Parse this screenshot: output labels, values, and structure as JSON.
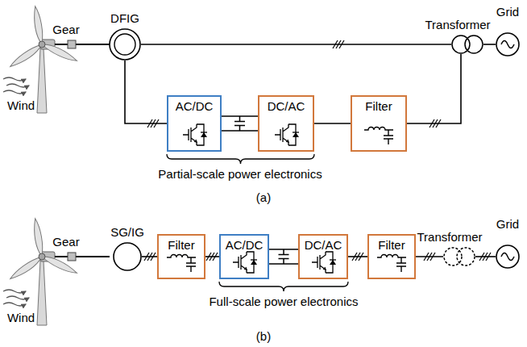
{
  "diagram": {
    "nodes": [
      {
        "text": [
          "DFIG"
        ]
      },
      {
        "text": [
          "Transformer"
        ]
      },
      {
        "text": [
          "Grid"
        ]
      },
      {
        "text": [
          "AC/DC"
        ]
      },
      {
        "text": [
          "DC/AC"
        ]
      },
      {
        "text": [
          "Filter"
        ]
      },
      {
        "text": [
          "SG/IG"
        ]
      },
      {
        "text": [
          "Filter"
        ]
      },
      {
        "text": [
          "AC/DC"
        ]
      },
      {
        "text": [
          "DC/AC"
        ]
      },
      {
        "text": [
          "Filter"
        ]
      },
      {
        "text": [
          "Transformer"
        ]
      },
      {
        "text": [
          "Grid"
        ]
      }
    ],
    "edges": [
      {
        "from": 0,
        "to": 1,
        "arrow": "none"
      },
      {
        "from": 0,
        "to": 3,
        "arrow": "none"
      },
      {
        "from": 3,
        "to": 4,
        "arrow": "none"
      },
      {
        "from": 4,
        "to": 5,
        "arrow": "none"
      },
      {
        "from": 5,
        "to": 1,
        "arrow": "none"
      },
      {
        "from": 1,
        "to": 2,
        "arrow": "none"
      },
      {
        "from": 6,
        "to": 7,
        "arrow": "none"
      },
      {
        "from": 7,
        "to": 8,
        "arrow": "none"
      },
      {
        "from": 8,
        "to": 9,
        "arrow": "none"
      },
      {
        "from": 9,
        "to": 10,
        "arrow": "none"
      },
      {
        "from": 10,
        "to": 11,
        "arrow": "none"
      },
      {
        "from": 11,
        "to": 12,
        "arrow": "none"
      }
    ],
    "labels": [
      "Gear",
      "Wind",
      "Partial-scale power electronics",
      "(a)",
      "Gear",
      "Wind",
      "Full-scale power electronics",
      "(b)"
    ]
  }
}
